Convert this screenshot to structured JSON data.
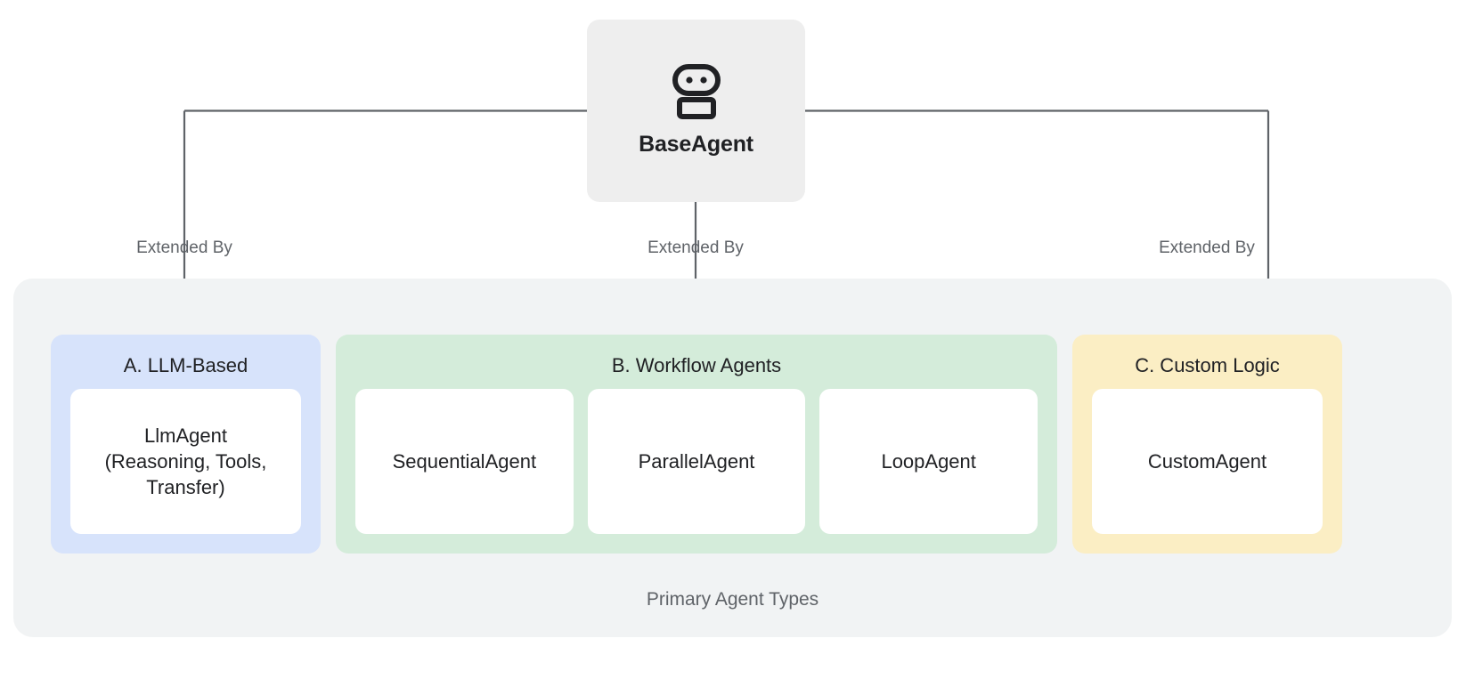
{
  "diagram": {
    "root": {
      "label": "BaseAgent",
      "icon": "robot-icon",
      "background": "#eeeeee"
    },
    "edges": [
      {
        "label": "Extended By",
        "target": "A. LLM-Based"
      },
      {
        "label": "Extended By",
        "target": "B. Workflow Agents"
      },
      {
        "label": "Extended By",
        "target": "C. Custom Logic"
      }
    ],
    "container": {
      "caption": "Primary Agent Types",
      "background": "#f1f3f4"
    },
    "groups": [
      {
        "id": "llm-based",
        "title": "A. LLM-Based",
        "background": "#d7e3fb",
        "agents": [
          {
            "name": "LlmAgent\n(Reasoning, Tools,\nTransfer)"
          }
        ]
      },
      {
        "id": "workflow-agents",
        "title": "B. Workflow Agents",
        "background": "#d4ecda",
        "agents": [
          {
            "name": "SequentialAgent"
          },
          {
            "name": "ParallelAgent"
          },
          {
            "name": "LoopAgent"
          }
        ]
      },
      {
        "id": "custom-logic",
        "title": "C. Custom Logic",
        "background": "#fbeec4",
        "agents": [
          {
            "name": "CustomAgent"
          }
        ]
      }
    ],
    "colors": {
      "connector": "#5f6368",
      "text_primary": "#202124",
      "text_muted": "#5f6368",
      "card_surface": "#ffffff"
    }
  }
}
